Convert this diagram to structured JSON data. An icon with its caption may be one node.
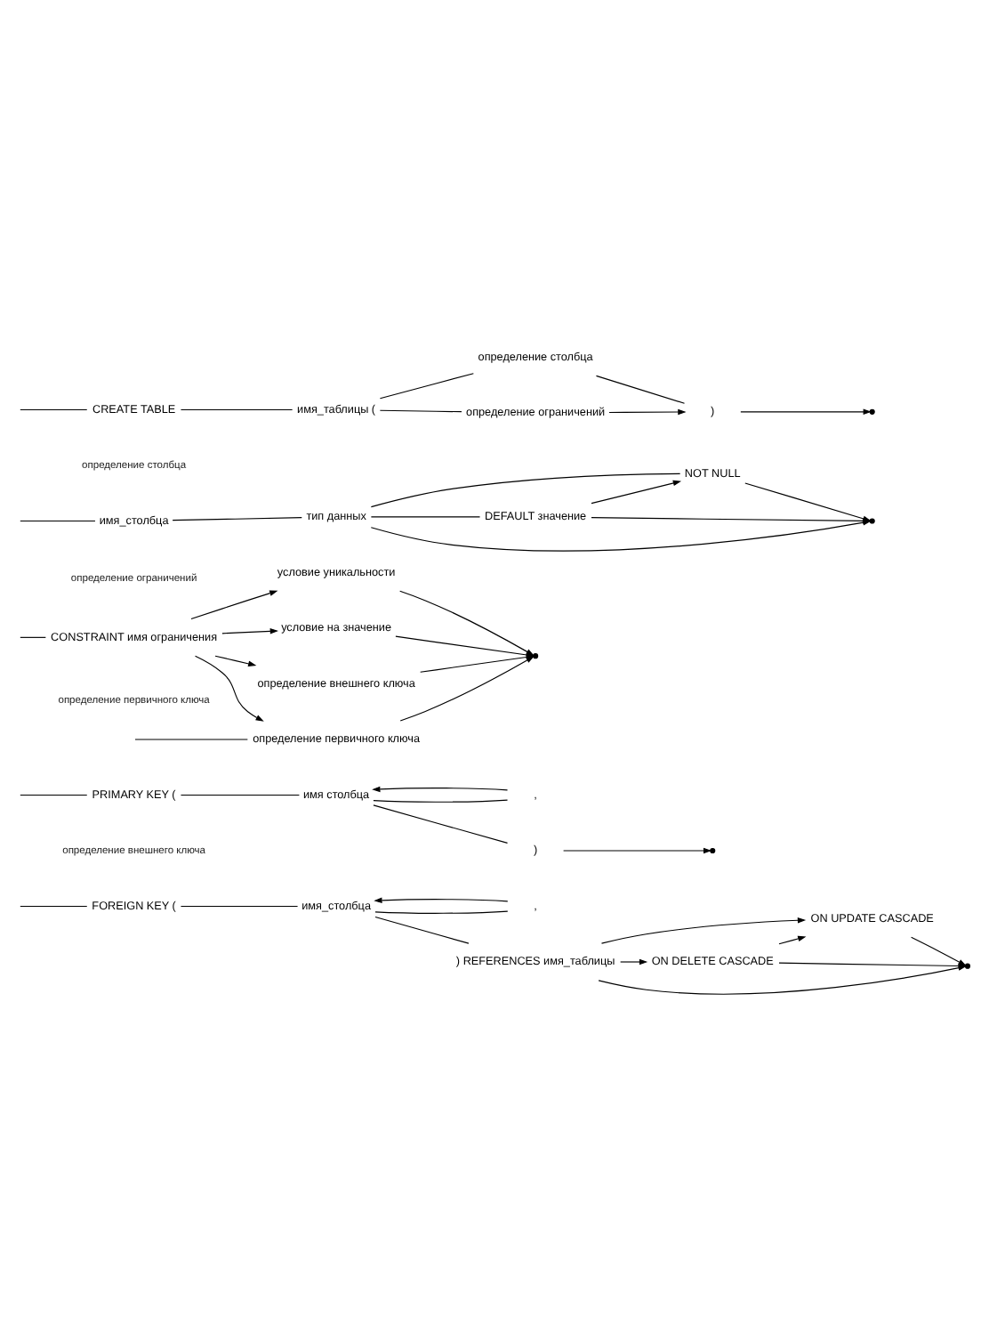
{
  "diagram": {
    "nodes": [
      {
        "text": [
          "CREATE TABLE"
        ]
      },
      {
        "text": [
          "имя_таблицы ("
        ]
      },
      {
        "text": [
          "определение столбца"
        ]
      },
      {
        "text": [
          "определение ограничений"
        ]
      },
      {
        "text": [
          ")"
        ]
      },
      {
        "text": [],
        "shape": "dot"
      },
      {
        "text": [
          "имя_столбца"
        ]
      },
      {
        "text": [
          "тип данных"
        ]
      },
      {
        "text": [
          "DEFAULT значение"
        ]
      },
      {
        "text": [
          "NOT NULL"
        ]
      },
      {
        "text": [],
        "shape": "dot"
      },
      {
        "text": [
          "CONSTRAINT имя ограничения"
        ]
      },
      {
        "text": [
          "определение первичного ключа"
        ]
      },
      {
        "text": [
          "определение внешнего ключа"
        ]
      },
      {
        "text": [
          "условие уникальности"
        ]
      },
      {
        "text": [
          "условие на значение"
        ]
      },
      {
        "text": [],
        "shape": "dot"
      },
      {
        "text": [
          "PRIMARY KEY ("
        ]
      },
      {
        "text": [
          "имя столбца"
        ]
      },
      {
        "text": [
          ","
        ]
      },
      {
        "text": [
          ")"
        ]
      },
      {
        "text": [],
        "shape": "dot"
      },
      {
        "text": [
          "FOREIGN KEY ("
        ]
      },
      {
        "text": [
          "имя_столбца"
        ]
      },
      {
        "text": [
          ","
        ]
      },
      {
        "text": [
          ") REFERENCES имя_таблицы"
        ]
      },
      {
        "text": [
          "ON DELETE CASCADE"
        ]
      },
      {
        "text": [
          "ON UPDATE CASCADE"
        ]
      },
      {
        "text": [],
        "shape": "dot"
      }
    ],
    "edges": [
      {
        "from": null,
        "to": 0,
        "arrow": "none"
      },
      {
        "from": 0,
        "to": 1,
        "arrow": "none"
      },
      {
        "from": 1,
        "to": 2,
        "arrow": "none"
      },
      {
        "from": 1,
        "to": 3,
        "arrow": "none"
      },
      {
        "from": 2,
        "to": 4,
        "arrow": "none"
      },
      {
        "from": 3,
        "to": 4,
        "arrow": "to"
      },
      {
        "from": 4,
        "to": 5,
        "arrow": "to"
      },
      {
        "from": null,
        "to": 6,
        "arrow": "none"
      },
      {
        "from": 6,
        "to": 7,
        "arrow": "none"
      },
      {
        "from": 7,
        "to": 8,
        "arrow": "none"
      },
      {
        "from": 7,
        "to": 9,
        "arrow": "none"
      },
      {
        "from": 7,
        "to": 10,
        "arrow": "to"
      },
      {
        "from": 8,
        "to": 9,
        "arrow": "to"
      },
      {
        "from": 8,
        "to": 10,
        "arrow": "to"
      },
      {
        "from": 9,
        "to": 10,
        "arrow": "to"
      },
      {
        "from": null,
        "to": 11,
        "arrow": "none"
      },
      {
        "from": null,
        "to": 12,
        "arrow": "none"
      },
      {
        "from": 11,
        "to": 12,
        "arrow": "to"
      },
      {
        "from": 11,
        "to": 13,
        "arrow": "to"
      },
      {
        "from": 11,
        "to": 14,
        "arrow": "to"
      },
      {
        "from": 11,
        "to": 15,
        "arrow": "to"
      },
      {
        "from": 12,
        "to": 16,
        "arrow": "to"
      },
      {
        "from": 13,
        "to": 16,
        "arrow": "to"
      },
      {
        "from": 14,
        "to": 16,
        "arrow": "to"
      },
      {
        "from": 15,
        "to": 16,
        "arrow": "to"
      },
      {
        "from": null,
        "to": 17,
        "arrow": "none"
      },
      {
        "from": 17,
        "to": 18,
        "arrow": "none"
      },
      {
        "from": 18,
        "to": 19,
        "arrow": "none"
      },
      {
        "from": 19,
        "to": 18,
        "arrow": "to"
      },
      {
        "from": 18,
        "to": 20,
        "arrow": "none"
      },
      {
        "from": 20,
        "to": 21,
        "arrow": "to"
      },
      {
        "from": null,
        "to": 22,
        "arrow": "none"
      },
      {
        "from": 22,
        "to": 23,
        "arrow": "none"
      },
      {
        "from": 23,
        "to": 24,
        "arrow": "none"
      },
      {
        "from": 24,
        "to": 23,
        "arrow": "to"
      },
      {
        "from": 23,
        "to": 25,
        "arrow": "none"
      },
      {
        "from": 25,
        "to": 26,
        "arrow": "to"
      },
      {
        "from": 25,
        "to": 27,
        "arrow": "to"
      },
      {
        "from": 25,
        "to": 28,
        "arrow": "to"
      },
      {
        "from": 26,
        "to": 27,
        "arrow": "to"
      },
      {
        "from": 26,
        "to": 28,
        "arrow": "to"
      },
      {
        "from": 27,
        "to": 28,
        "arrow": "to"
      }
    ],
    "labels": [
      "определение столбца",
      "определение ограничений",
      "определение первичного ключа",
      "определение внешнего ключа"
    ]
  }
}
